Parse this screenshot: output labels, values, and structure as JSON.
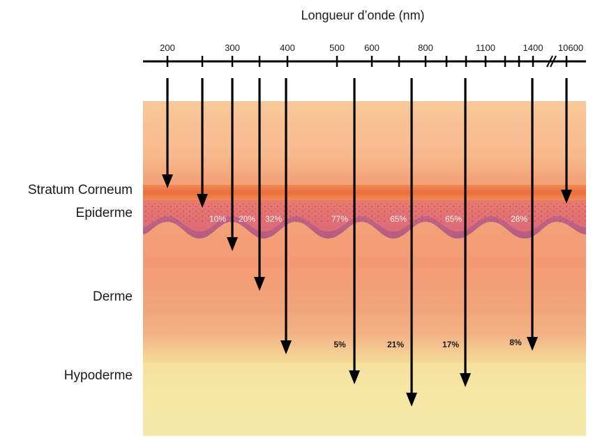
{
  "title": "Longueur d’onde (nm)",
  "axis_ticks": [
    "200",
    "300",
    "400",
    "500",
    "600",
    "800",
    "1100",
    "1400",
    "10600"
  ],
  "layers": {
    "stratum": "Stratum Corneum",
    "epiderme": "Epiderme",
    "derme": "Derme",
    "hypoderme": "Hypoderme"
  },
  "epidermis_percentages": [
    "10%",
    "20%",
    "32%",
    "77%",
    "65%",
    "65%",
    "28%"
  ],
  "dermis_percentages": [
    "5%",
    "21%",
    "17%",
    "8%"
  ],
  "colors": {
    "stratum": "#f07a4a",
    "epidermis": "#e06a66",
    "dermis": "#f3a37a",
    "hypodermis": "#f6e69e",
    "arrow": "#000000"
  }
}
